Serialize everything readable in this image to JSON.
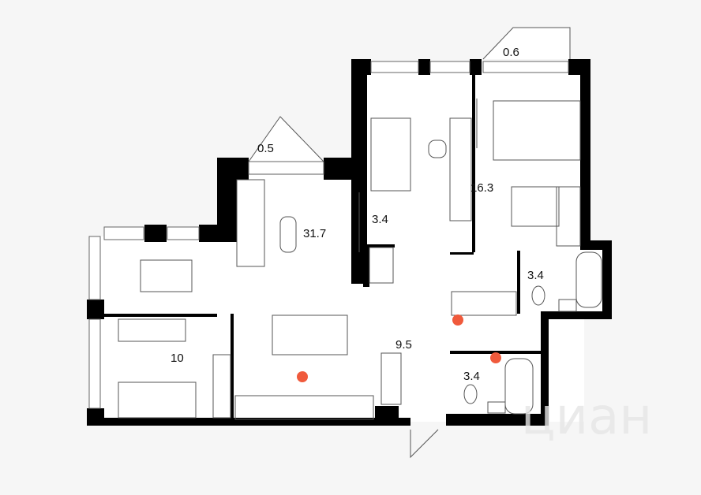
{
  "rooms": [
    {
      "id": "balcony-left",
      "area": "0.5"
    },
    {
      "id": "living-kitchen",
      "area": "31.7"
    },
    {
      "id": "wardrobe",
      "area": "3.4"
    },
    {
      "id": "bedroom-large",
      "area": "16.3"
    },
    {
      "id": "balcony-right",
      "area": "0.6"
    },
    {
      "id": "bathroom-right",
      "area": "3.4"
    },
    {
      "id": "hall",
      "area": "9.5"
    },
    {
      "id": "bedroom-small",
      "area": "10"
    },
    {
      "id": "bathroom-small",
      "area": "3.4"
    }
  ],
  "markers_color": "#f05a3c",
  "wall_color": "#000000",
  "watermark": "циан"
}
